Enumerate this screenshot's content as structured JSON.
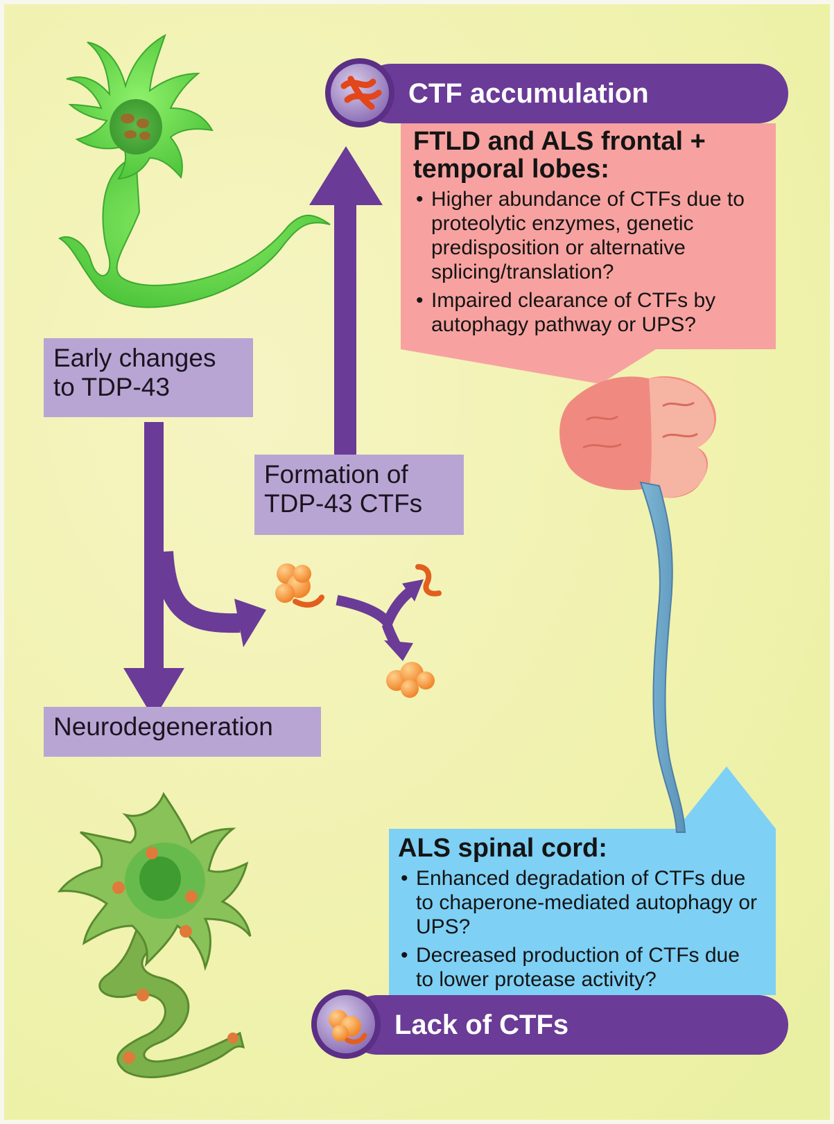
{
  "banners": {
    "top": "CTF accumulation",
    "bottom": "Lack of CTFs"
  },
  "labels": {
    "early": "Early changes to TDP-43",
    "formation": "Formation of TDP-43 CTFs",
    "neurodegeneration": "Neurodegeneration"
  },
  "ftld_panel": {
    "heading": "FTLD and ALS frontal + temporal lobes:",
    "bullets": [
      "Higher abundance of CTFs due to proteolytic enzymes, genetic predisposition or alternative splicing/translation?",
      "Impaired clearance of CTFs by autophagy pathway or UPS?"
    ]
  },
  "als_panel": {
    "heading": "ALS spinal cord:",
    "bullets": [
      "Enhanced degradation of CTFs due to chaperone-mediated autophagy or UPS?",
      "Decreased production of CTFs due to lower protease activity?"
    ]
  },
  "colors": {
    "purple": "#6a3b97",
    "label_purple": "#b9a5d3",
    "pink_panel": "#f7a2a0",
    "blue_panel": "#7ed0f5",
    "neuron_green": "#6fe04f",
    "ctf_orange": "#f27a2a"
  },
  "icons": [
    "healthy-neuron-icon",
    "degenerating-neuron-icon",
    "brain-icon",
    "spinal-cord-icon",
    "ctf-aggregate-icon",
    "protein-fragment-icon"
  ]
}
